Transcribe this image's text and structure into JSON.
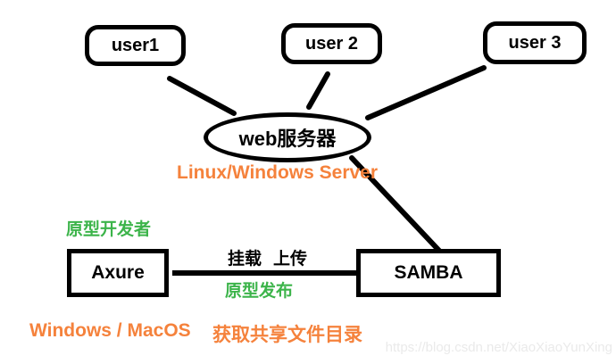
{
  "colors": {
    "orange": "#F5823C",
    "green": "#3CB44A",
    "ink": "#000000",
    "watermark": "#EAEAEA"
  },
  "nodes": {
    "user1": "user1",
    "user2": "user 2",
    "user3": "user 3",
    "server": "web服务器",
    "axure": "Axure",
    "samba": "SAMBA"
  },
  "labels": {
    "server_caption": "Linux/Windows Server",
    "developer_role": "原型开发者",
    "mount": "挂载",
    "upload": "上传",
    "publish": "原型发布",
    "client_os": "Windows / MacOS",
    "fetch_share": "获取共享文件目录"
  },
  "watermark": "https://blog.csdn.net/XiaoXiaoYunXing"
}
